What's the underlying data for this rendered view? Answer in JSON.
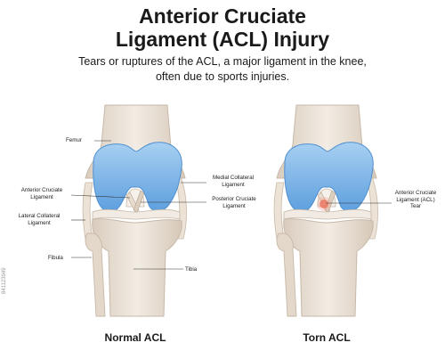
{
  "title_line1": "Anterior Cruciate",
  "title_line2": "Ligament (ACL) Injury",
  "subtitle_line1": "Tears or ruptures of the ACL, a major ligament in the knee,",
  "subtitle_line2": "often due to sports injuries.",
  "normal": {
    "caption": "Normal ACL",
    "labels": {
      "femur": "Femur",
      "acl_1": "Anterior Cruciate",
      "acl_2": "Ligament",
      "lcl_1": "Lateral Collateral",
      "lcl_2": "Ligament",
      "fibula": "Fibula",
      "mcl_1": "Medial Collateral",
      "mcl_2": "Ligament",
      "pcl_1": "Posterior Cruciate",
      "pcl_2": "Ligament",
      "tibia": "Tibia"
    }
  },
  "torn": {
    "caption": "Torn ACL",
    "labels": {
      "acl_1": "Anterior Cruciate",
      "acl_2": "Ligament (ACL)",
      "acl_3": "Tear"
    }
  },
  "watermark": "841123949",
  "colors": {
    "cartilage": "#7eb6e8",
    "bone": "#e6dcd0",
    "tear": "#e8503a"
  }
}
